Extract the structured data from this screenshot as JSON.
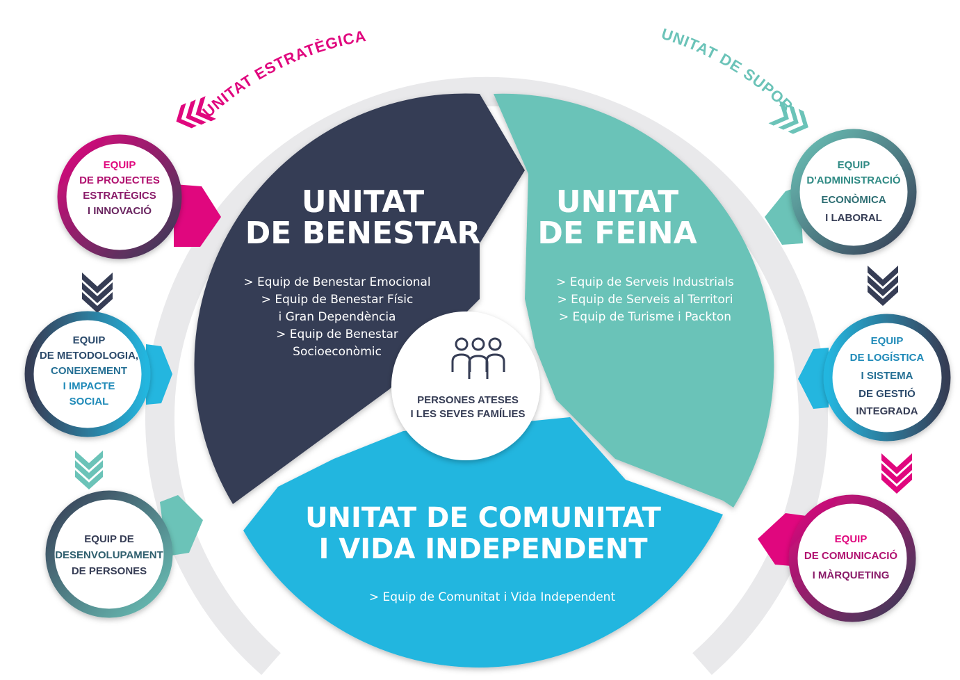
{
  "colors": {
    "navy": "#363d55",
    "teal": "#6bc3b8",
    "cyan": "#24b6df",
    "magenta": "#e0077e",
    "arc_gray": "#e7e8ea"
  },
  "strategic_label": "UNITAT ESTRATÈGICA",
  "support_label": "UNITAT DE SUPORT",
  "center": {
    "icon": "people-group-icon",
    "line1": "PERSONES ATESES",
    "line2": "I LES SEVES FAMÍLIES"
  },
  "benestar": {
    "title1": "UNITAT",
    "title2": "DE BENESTAR",
    "items": [
      "> Equip de Benestar Emocional",
      "> Equip de Benestar Físic",
      "i Gran Dependència",
      "> Equip de Benestar",
      "Socioeconòmic"
    ]
  },
  "feina": {
    "title1": "UNITAT",
    "title2": "DE FEINA",
    "items": [
      "> Equip de Serveis Industrials",
      "> Equip de Serveis al Territori",
      "> Equip de Turisme i Packton"
    ]
  },
  "comunitat": {
    "title1": "UNITAT DE COMUNITAT",
    "title2": "I VIDA INDEPENDENT",
    "items": [
      "> Equip de Comunitat i Vida Independent"
    ]
  },
  "left_circles": [
    {
      "lines": [
        "EQUIP",
        "DE PROJECTES",
        "ESTRATÈGICS",
        "I INNOVACIÓ"
      ]
    },
    {
      "lines": [
        "EQUIP",
        "DE METODOLOGIA,",
        "CONEIXEMENT",
        "I IMPACTE",
        "SOCIAL"
      ]
    },
    {
      "lines": [
        "EQUIP DE",
        "DESENVOLUPAMENT",
        "DE PERSONES"
      ]
    }
  ],
  "right_circles": [
    {
      "lines": [
        "EQUIP",
        "D'ADMINISTRACIÓ",
        "ECONÒMICA",
        "I LABORAL"
      ]
    },
    {
      "lines": [
        "EQUIP",
        "DE LOGÍSTICA",
        "I SISTEMA",
        "DE GESTIÓ",
        "INTEGRADA"
      ]
    },
    {
      "lines": [
        "EQUIP",
        "DE COMUNICACIÓ",
        "I MÀRQUETING"
      ]
    }
  ]
}
